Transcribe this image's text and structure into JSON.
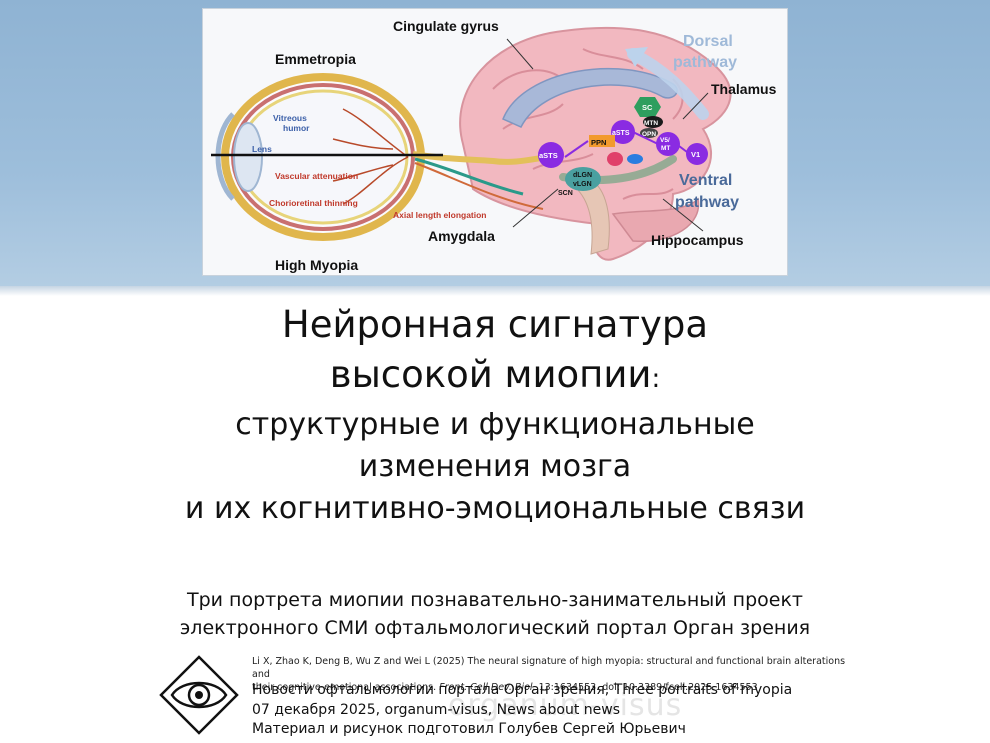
{
  "figure": {
    "labels": {
      "cingulate_gyrus": "Cingulate gyrus",
      "dorsal_pathway_1": "Dorsal",
      "dorsal_pathway_2": "pathway",
      "thalamus": "Thalamus",
      "emmetropia": "Emmetropia",
      "vitreous_1": "Vitreous",
      "vitreous_2": "humor",
      "lens": "Lens",
      "vascular_attenuation": "Vascular attenuation",
      "chorioretinal_thinning": "Chorioretinal thinning",
      "axial_length_elongation": "Axial length elongation",
      "ventral_pathway_1": "Ventral",
      "ventral_pathway_2": "pathway",
      "amygdala": "Amygdala",
      "hippocampus": "Hippocampus",
      "high_myopia": "High Myopia",
      "sc": "SC",
      "mtn": "MTN",
      "opn": "OPN",
      "ppn": "PPN",
      "asts_1": "aSTS",
      "asts_2": "aSTS",
      "v5mt_1": "V5/",
      "v5mt_2": "MT",
      "v1": "V1",
      "dlgn": "dLGN",
      "vlgn": "vLGN",
      "scn": "SCN"
    }
  },
  "title": {
    "line1": "Нейронная сигнатура",
    "line2_main": "высокой миопии",
    "line2_colon": ":",
    "line3": "структурные и функциональные",
    "line4": "изменения мозга",
    "line5": "и их когнитивно-эмоциональные связи"
  },
  "subtitle": {
    "line1": "Три портрета миопии познавательно-занимательный проект",
    "line2": "электронного СМИ офтальмологический портал Орган зрения"
  },
  "citation": {
    "text1": "Li X, Zhao K, Deng B, Wu Z and Wei L (2025) The neural signature of high myopia: structural and functional brain alterations and",
    "text2a": "their cognitive-emotional associations. ",
    "journal": "Front. Cell Dev. Biol.",
    "text2b": " 13:1634553. doi: 10.3389/fcell.2025.1634553"
  },
  "news": {
    "line1": "Новости офтальмологии портала Орган зрения, Three portraits of myopia",
    "line2": "07 декабря 2025, organum-visus, News about news",
    "line3": "Материал и рисунок подготовил Голубев Сергей Юрьевич"
  },
  "watermark": "organum-visus",
  "colors": {
    "top_band": "#9dbedb",
    "brain": "#f0b4bd",
    "purple_node": "#8a2be2",
    "green_node": "#2e9e5e"
  }
}
